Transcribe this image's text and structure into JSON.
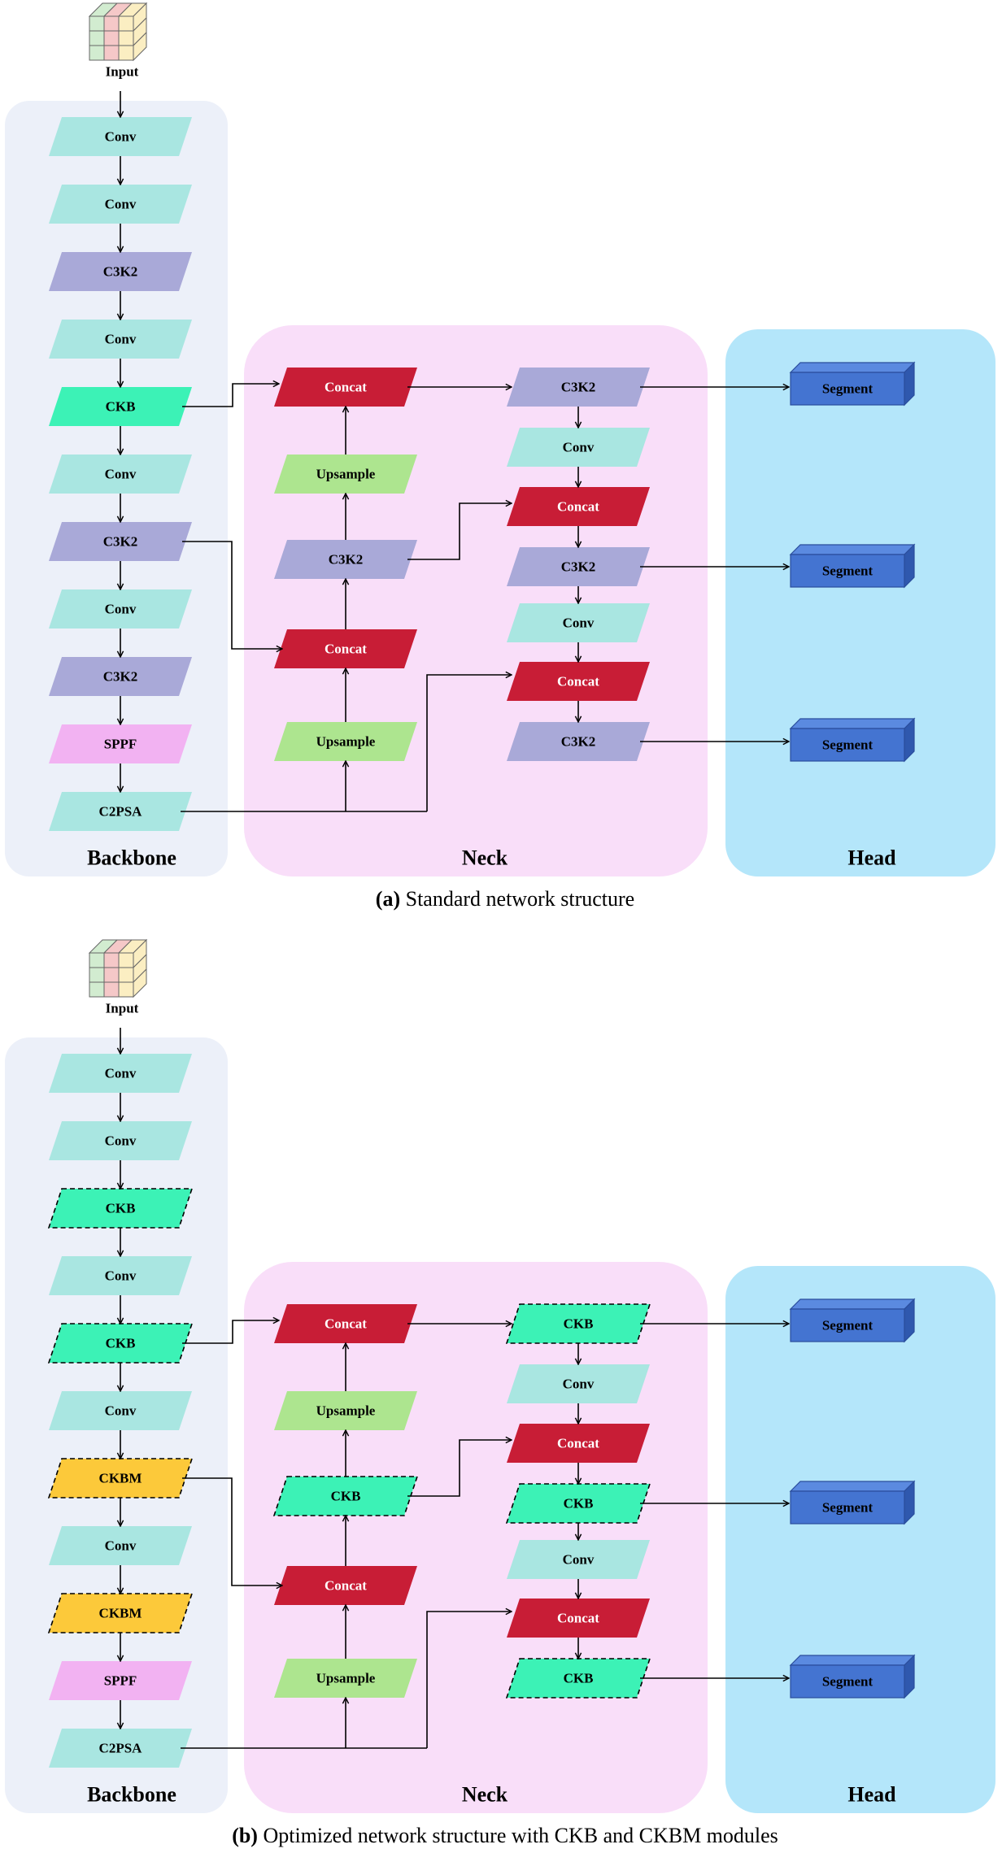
{
  "colors": {
    "conv": "#a9e6e1",
    "c3k2": "#a9a9d8",
    "ckb": "#3cf2b6",
    "ckbm": "#fcc93a",
    "sppf": "#f2b2f2",
    "c2psa": "#a9e6e1",
    "concat": "#c81d36",
    "upsample": "#ade58f",
    "segment": "#4474d1",
    "backbone_bg": "#ecf0f9",
    "neck_bg": "#f9def9",
    "head_bg": "#b4e6fa"
  },
  "panels": [
    {
      "id": "a",
      "input_label": "Input",
      "section_labels": {
        "backbone": "Backbone",
        "neck": "Neck",
        "head": "Head"
      },
      "caption_bold": "(a)",
      "caption_text": " Standard network structure",
      "backbone": [
        {
          "label": "Conv",
          "kind": "conv"
        },
        {
          "label": "Conv",
          "kind": "conv"
        },
        {
          "label": "C3K2",
          "kind": "c3k2"
        },
        {
          "label": "Conv",
          "kind": "conv"
        },
        {
          "label": "CKB",
          "kind": "ckb"
        },
        {
          "label": "Conv",
          "kind": "conv"
        },
        {
          "label": "C3K2",
          "kind": "c3k2"
        },
        {
          "label": "Conv",
          "kind": "conv"
        },
        {
          "label": "C3K2",
          "kind": "c3k2"
        },
        {
          "label": "SPPF",
          "kind": "sppf"
        },
        {
          "label": "C2PSA",
          "kind": "c2psa"
        }
      ],
      "neck_left": [
        {
          "label": "Concat",
          "kind": "concat"
        },
        {
          "label": "Upsample",
          "kind": "upsample"
        },
        {
          "label": "C3K2",
          "kind": "c3k2"
        },
        {
          "label": "Concat",
          "kind": "concat"
        },
        {
          "label": "Upsample",
          "kind": "upsample"
        }
      ],
      "neck_right": [
        {
          "label": "C3K2",
          "kind": "c3k2"
        },
        {
          "label": "Conv",
          "kind": "conv"
        },
        {
          "label": "Concat",
          "kind": "concat"
        },
        {
          "label": "C3K2",
          "kind": "c3k2"
        },
        {
          "label": "Conv",
          "kind": "conv"
        },
        {
          "label": "Concat",
          "kind": "concat"
        },
        {
          "label": "C3K2",
          "kind": "c3k2"
        }
      ],
      "head": [
        {
          "label": "Segment"
        },
        {
          "label": "Segment"
        },
        {
          "label": "Segment"
        }
      ]
    },
    {
      "id": "b",
      "input_label": "Input",
      "section_labels": {
        "backbone": "Backbone",
        "neck": "Neck",
        "head": "Head"
      },
      "caption_bold": "(b)",
      "caption_text": " Optimized network structure with CKB and CKBM modules",
      "backbone": [
        {
          "label": "Conv",
          "kind": "conv"
        },
        {
          "label": "Conv",
          "kind": "conv"
        },
        {
          "label": "CKB",
          "kind": "ckb",
          "dashed": true
        },
        {
          "label": "Conv",
          "kind": "conv"
        },
        {
          "label": "CKB",
          "kind": "ckb",
          "dashed": true
        },
        {
          "label": "Conv",
          "kind": "conv"
        },
        {
          "label": "CKBM",
          "kind": "ckbm",
          "dashed": true
        },
        {
          "label": "Conv",
          "kind": "conv"
        },
        {
          "label": "CKBM",
          "kind": "ckbm",
          "dashed": true
        },
        {
          "label": "SPPF",
          "kind": "sppf"
        },
        {
          "label": "C2PSA",
          "kind": "c2psa"
        }
      ],
      "neck_left": [
        {
          "label": "Concat",
          "kind": "concat"
        },
        {
          "label": "Upsample",
          "kind": "upsample"
        },
        {
          "label": "CKB",
          "kind": "ckb",
          "dashed": true
        },
        {
          "label": "Concat",
          "kind": "concat"
        },
        {
          "label": "Upsample",
          "kind": "upsample"
        }
      ],
      "neck_right": [
        {
          "label": "CKB",
          "kind": "ckb",
          "dashed": true
        },
        {
          "label": "Conv",
          "kind": "conv"
        },
        {
          "label": "Concat",
          "kind": "concat"
        },
        {
          "label": "CKB",
          "kind": "ckb",
          "dashed": true
        },
        {
          "label": "Conv",
          "kind": "conv"
        },
        {
          "label": "Concat",
          "kind": "concat"
        },
        {
          "label": "CKB",
          "kind": "ckb",
          "dashed": true
        }
      ],
      "head": [
        {
          "label": "Segment"
        },
        {
          "label": "Segment"
        },
        {
          "label": "Segment"
        }
      ]
    }
  ]
}
